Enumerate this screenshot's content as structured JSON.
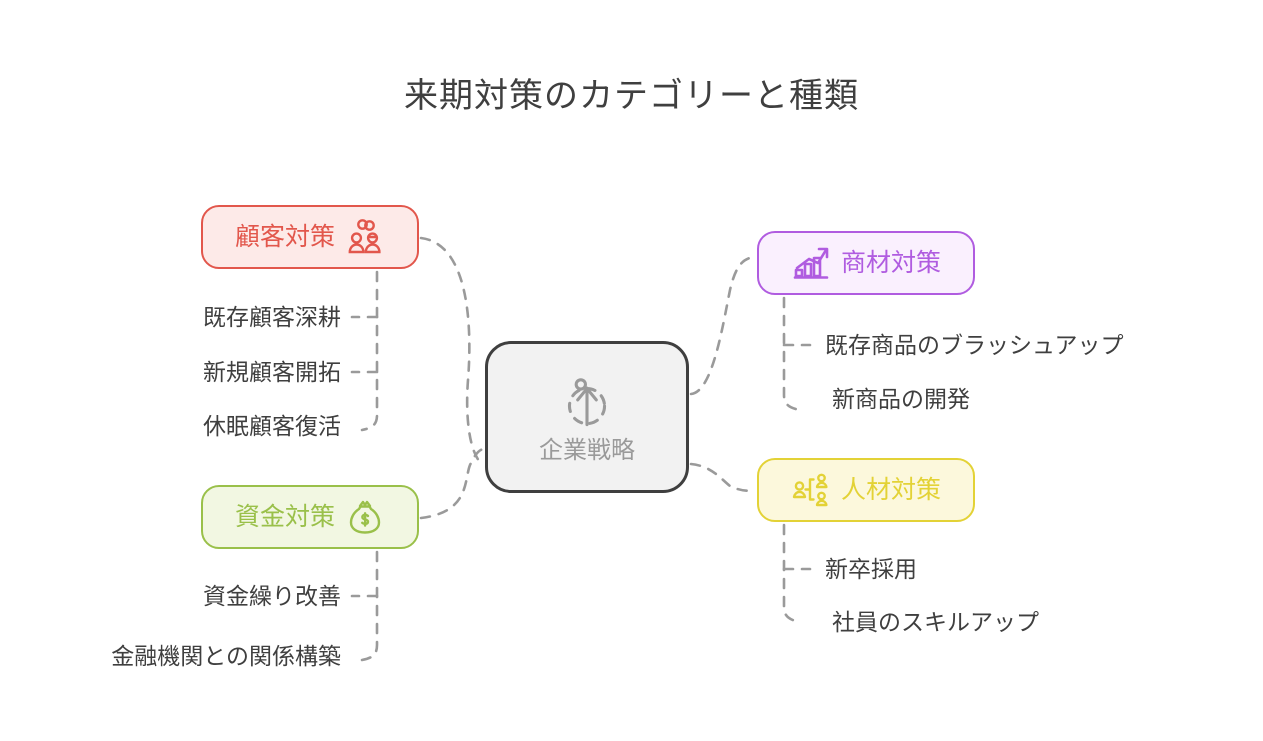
{
  "title": "来期対策のカテゴリーと種類",
  "center": {
    "label": "企業戦略",
    "icon": "target-arrow-icon",
    "border_color": "#3f3f3f",
    "fill_color": "#f2f2f2",
    "text_color": "#9a9a9a"
  },
  "connector": {
    "color": "#9a9a9a",
    "style": "dashed"
  },
  "categories": [
    {
      "id": "customer",
      "label": "顧客対策",
      "icon": "people-group-icon",
      "icon_side": "right",
      "side": "left",
      "border_color": "#e2574c",
      "fill_color": "#fdeae8",
      "text_color": "#e2574c",
      "items": [
        {
          "label": "既存顧客深耕"
        },
        {
          "label": "新規顧客開拓"
        },
        {
          "label": "休眠顧客復活"
        }
      ]
    },
    {
      "id": "funding",
      "label": "資金対策",
      "icon": "money-bag-icon",
      "icon_side": "right",
      "side": "left",
      "border_color": "#9ac04a",
      "fill_color": "#f2f7e2",
      "text_color": "#9ac04a",
      "items": [
        {
          "label": "資金繰り改善"
        },
        {
          "label": "金融機関との関係構築"
        }
      ]
    },
    {
      "id": "product",
      "label": "商材対策",
      "icon": "bar-chart-growth-icon",
      "icon_side": "left",
      "side": "right",
      "border_color": "#b05ce0",
      "fill_color": "#faf0fe",
      "text_color": "#b05ce0",
      "items": [
        {
          "label": "既存商品のブラッシュアップ"
        },
        {
          "label": "新商品の開発"
        }
      ]
    },
    {
      "id": "hr",
      "label": "人材対策",
      "icon": "org-chart-people-icon",
      "icon_side": "left",
      "side": "right",
      "border_color": "#e3d236",
      "fill_color": "#fcf8dc",
      "text_color": "#e3d236",
      "items": [
        {
          "label": "新卒採用"
        },
        {
          "label": "社員のスキルアップ"
        }
      ]
    }
  ]
}
